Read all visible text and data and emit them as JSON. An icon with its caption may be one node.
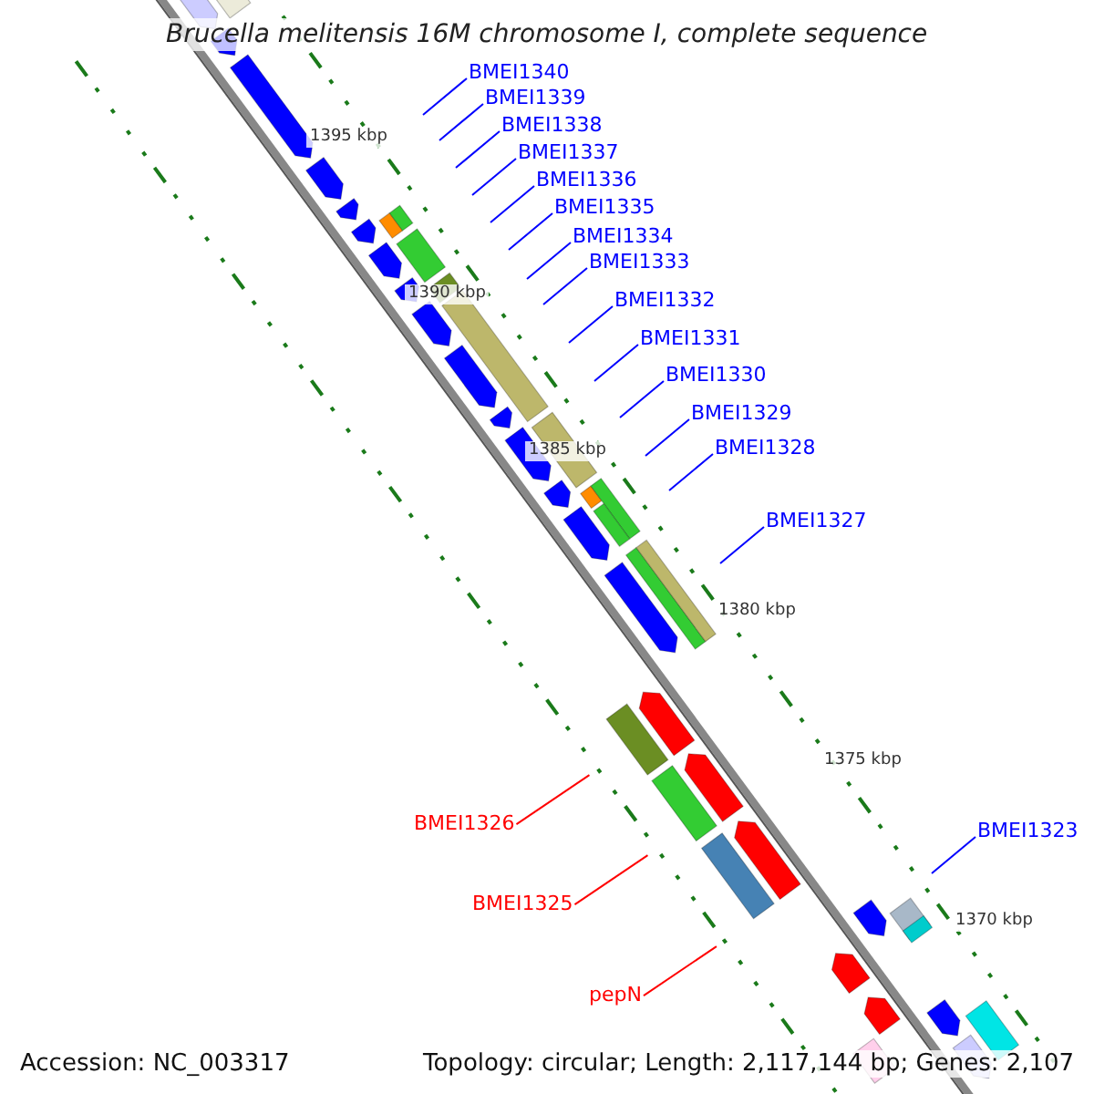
{
  "diagram": {
    "title": "Brucella melitensis 16M chromosome I, complete sequence",
    "nodes": [
      {
        "text": [
          "BMEI1340"
        ]
      },
      {
        "text": [
          "BMEI1339"
        ]
      },
      {
        "text": [
          "BMEI1338"
        ]
      },
      {
        "text": [
          "BMEI1337"
        ]
      },
      {
        "text": [
          "BMEI1336"
        ]
      },
      {
        "text": [
          "BMEI1335"
        ]
      },
      {
        "text": [
          "BMEI1334"
        ]
      },
      {
        "text": [
          "BMEI1333"
        ]
      },
      {
        "text": [
          "BMEI1332"
        ]
      },
      {
        "text": [
          "BMEI1331"
        ]
      },
      {
        "text": [
          "BMEI1330"
        ]
      },
      {
        "text": [
          "BMEI1329"
        ]
      },
      {
        "text": [
          "BMEI1328"
        ]
      },
      {
        "text": [
          "BMEI1327"
        ]
      },
      {
        "text": [
          "BMEI1326"
        ]
      },
      {
        "text": [
          "BMEI1323"
        ]
      },
      {
        "text": [
          "BMEI1325"
        ]
      },
      {
        "text": [
          "pepN"
        ]
      }
    ],
    "edges": [
      {
        "from": 0,
        "to": null,
        "arrow": "none"
      },
      {
        "from": 1,
        "to": null,
        "arrow": "none"
      },
      {
        "from": 2,
        "to": null,
        "arrow": "none"
      },
      {
        "from": 3,
        "to": null,
        "arrow": "none"
      },
      {
        "from": 4,
        "to": null,
        "arrow": "none"
      },
      {
        "from": 5,
        "to": null,
        "arrow": "none"
      },
      {
        "from": 6,
        "to": null,
        "arrow": "none"
      },
      {
        "from": 7,
        "to": null,
        "arrow": "none"
      },
      {
        "from": 8,
        "to": null,
        "arrow": "none"
      },
      {
        "from": 9,
        "to": null,
        "arrow": "none"
      },
      {
        "from": 10,
        "to": null,
        "arrow": "none"
      },
      {
        "from": 11,
        "to": null,
        "arrow": "none"
      },
      {
        "from": 12,
        "to": null,
        "arrow": "none"
      },
      {
        "from": 13,
        "to": null,
        "arrow": "none"
      },
      {
        "from": 14,
        "to": null,
        "arrow": "none",
        "color": "#ff0000"
      },
      {
        "from": 15,
        "to": null,
        "arrow": "none"
      },
      {
        "from": 16,
        "to": null,
        "arrow": "none",
        "color": "#ff0000"
      },
      {
        "from": 17,
        "to": null,
        "arrow": "none",
        "color": "#ff0000"
      }
    ],
    "labels": [
      "1395 kbp",
      "1390 kbp",
      "1385 kbp",
      "1380 kbp",
      "1375 kbp",
      "1370 kbp",
      "Accession: NC_003317",
      "Topology: circular; Length: 2,117,144 bp; Genes: 2,107"
    ]
  }
}
